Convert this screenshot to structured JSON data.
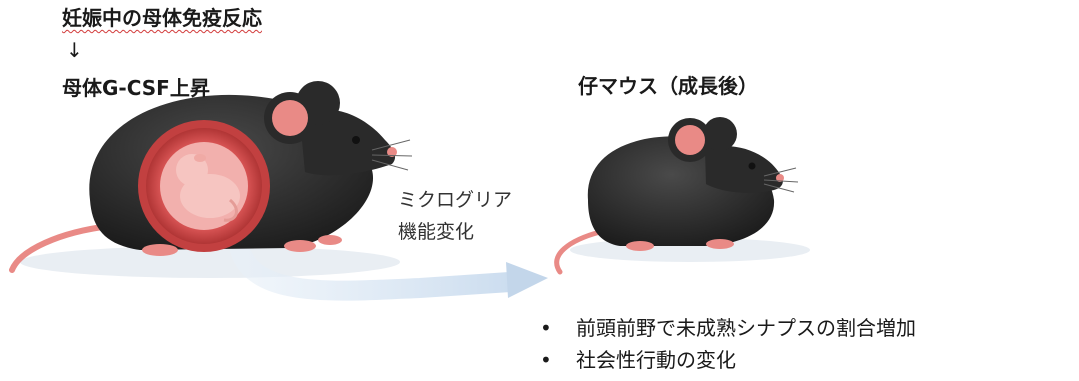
{
  "header": {
    "title": "妊娠中の母体免疫反応",
    "arrow": "↓",
    "subtitle": "母体G-CSF上昇"
  },
  "offspring": {
    "title": "仔マウス（成長後）"
  },
  "pathway": {
    "line1": "ミクログリア",
    "line2": "機能変化"
  },
  "outcomes": [
    "前頭前野で未成熟シナプスの割合増加",
    "社会性行動の変化"
  ]
}
